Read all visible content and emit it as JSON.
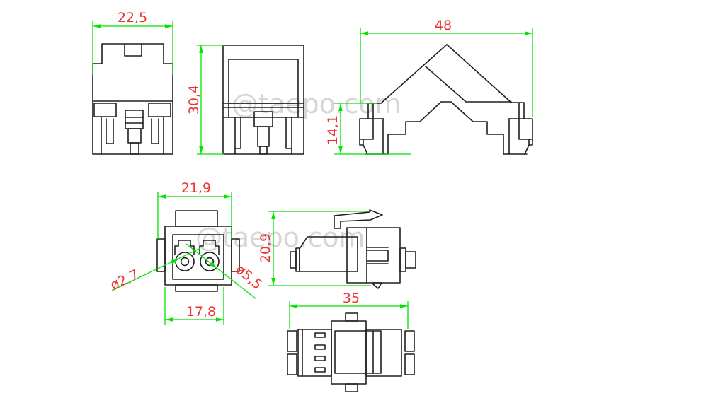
{
  "drawing": {
    "watermark": "@taepo.com",
    "colors": {
      "line": "#1f1f1f",
      "dimension_lines": "#00e400",
      "dimension_text": "#ee3333",
      "watermark": "#d6d6d6",
      "background": "#ffffff"
    },
    "dimensions": {
      "front_width": "22,5",
      "front_height": "30,4",
      "open_view_width": "48",
      "open_view_height": "14,1",
      "coupler_width": "21,9",
      "coupler_inner_width": "17,8",
      "ferrule_bore_diameter": "ø2,7",
      "port_diameter": "ø5,5",
      "jack_height": "20,9",
      "jack_length": "35"
    }
  }
}
